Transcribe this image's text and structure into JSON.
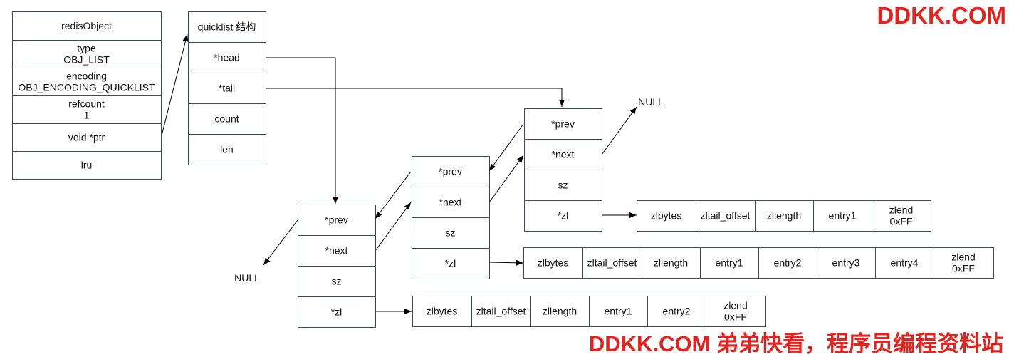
{
  "colors": {
    "watermark": "#e8211d",
    "border": "#3b4a5e",
    "arrow": "#000000"
  },
  "watermark": {
    "top": "DDKK.COM",
    "bottom": "DDKK.COM 弟弟快看，程序员编程资料站"
  },
  "redis_object": {
    "fields": [
      [
        "redisObject"
      ],
      [
        "type",
        "OBJ_LIST"
      ],
      [
        "encoding",
        "OBJ_ENCODING_QUICKLIST"
      ],
      [
        "refcount",
        "1"
      ],
      [
        "void *ptr"
      ],
      [
        "lru"
      ]
    ]
  },
  "quicklist": {
    "fields": [
      [
        "quicklist 结构"
      ],
      [
        "*head"
      ],
      [
        "*tail"
      ],
      [
        "count"
      ],
      [
        "len"
      ]
    ]
  },
  "nodes": [
    {
      "id": "node-1",
      "fields": [
        [
          "*prev"
        ],
        [
          "*next"
        ],
        [
          "sz"
        ],
        [
          "*zl"
        ]
      ]
    },
    {
      "id": "node-2",
      "fields": [
        [
          "*prev"
        ],
        [
          "*next"
        ],
        [
          "sz"
        ],
        [
          "*zl"
        ]
      ]
    },
    {
      "id": "node-3",
      "fields": [
        [
          "*prev"
        ],
        [
          "*next"
        ],
        [
          "sz"
        ],
        [
          "*zl"
        ]
      ]
    }
  ],
  "ziplists": [
    {
      "id": "ziplist-1",
      "fields": [
        [
          "zlbytes"
        ],
        [
          "zltail_offset"
        ],
        [
          "zllength"
        ],
        [
          "entry1"
        ],
        [
          "entry2"
        ],
        [
          "zlend",
          "0xFF"
        ]
      ]
    },
    {
      "id": "ziplist-2",
      "fields": [
        [
          "zlbytes"
        ],
        [
          "zltail_offset"
        ],
        [
          "zllength"
        ],
        [
          "entry1"
        ],
        [
          "entry2"
        ],
        [
          "entry3"
        ],
        [
          "entry4"
        ],
        [
          "zlend",
          "0xFF"
        ]
      ]
    },
    {
      "id": "ziplist-3",
      "fields": [
        [
          "zlbytes"
        ],
        [
          "zltail_offset"
        ],
        [
          "zllength"
        ],
        [
          "entry1"
        ],
        [
          "zlend",
          "0xFF"
        ]
      ]
    }
  ],
  "null_labels": [
    "NULL",
    "NULL"
  ]
}
